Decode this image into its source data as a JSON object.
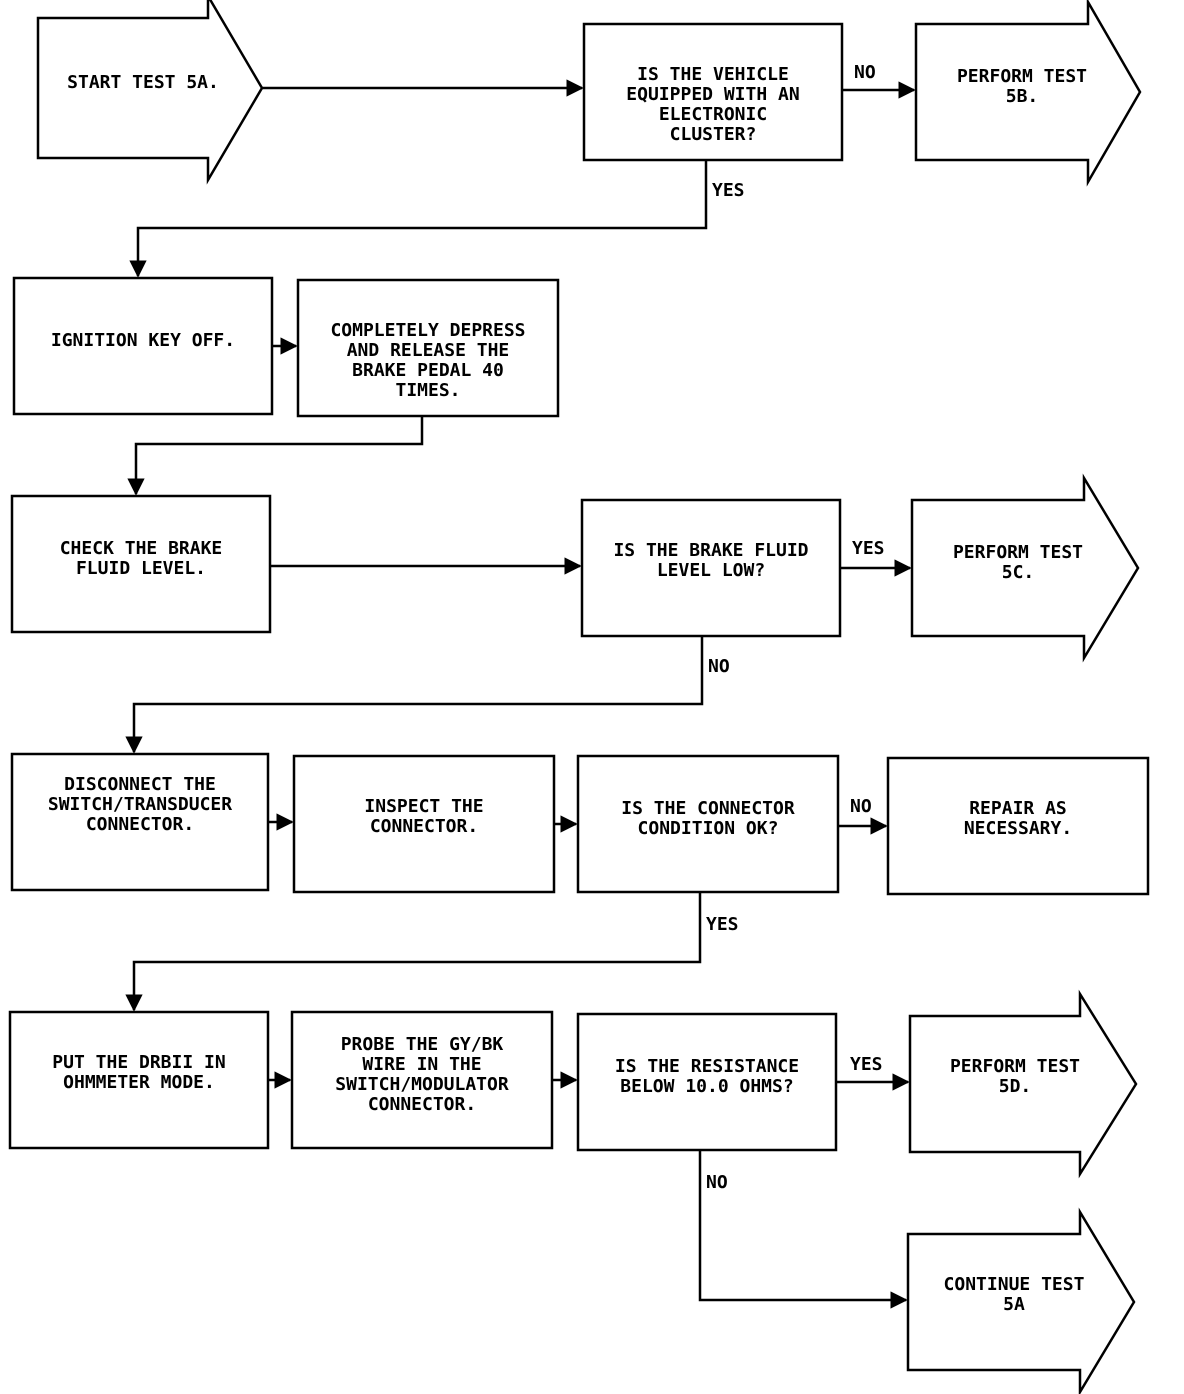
{
  "nodes": {
    "start_5a": {
      "kind": "arrow",
      "lines": [
        "START TEST 5A."
      ]
    },
    "q_electronic_cluster": {
      "kind": "box",
      "lines": [
        "IS THE VEHICLE",
        "EQUIPPED WITH AN",
        "ELECTRONIC",
        "CLUSTER?"
      ]
    },
    "perform_5b": {
      "kind": "arrow",
      "lines": [
        "PERFORM TEST",
        "5B."
      ]
    },
    "ignition_off": {
      "kind": "box",
      "lines": [
        "IGNITION KEY OFF."
      ]
    },
    "depress_pedal": {
      "kind": "box",
      "lines": [
        "COMPLETELY DEPRESS",
        "AND RELEASE THE",
        "BRAKE PEDAL 40",
        "TIMES."
      ]
    },
    "check_fluid": {
      "kind": "box",
      "lines": [
        "CHECK THE BRAKE",
        "FLUID LEVEL."
      ]
    },
    "q_fluid_low": {
      "kind": "box",
      "lines": [
        "IS THE BRAKE FLUID",
        "LEVEL LOW?"
      ]
    },
    "perform_5c": {
      "kind": "arrow",
      "lines": [
        "PERFORM TEST",
        "5C."
      ]
    },
    "disconnect": {
      "kind": "box",
      "lines": [
        "DISCONNECT THE",
        "SWITCH/TRANSDUCER",
        "CONNECTOR."
      ]
    },
    "inspect": {
      "kind": "box",
      "lines": [
        "INSPECT THE",
        "CONNECTOR."
      ]
    },
    "q_connector_ok": {
      "kind": "box",
      "lines": [
        "IS THE CONNECTOR",
        "CONDITION OK?"
      ]
    },
    "repair": {
      "kind": "box",
      "lines": [
        "REPAIR AS",
        "NECESSARY."
      ]
    },
    "drbii_ohm": {
      "kind": "box",
      "lines": [
        "PUT THE DRBII IN",
        "OHMMETER MODE."
      ]
    },
    "probe_wire": {
      "kind": "box",
      "lines": [
        "PROBE THE GY/BK",
        "WIRE IN THE",
        "SWITCH/MODULATOR",
        "CONNECTOR."
      ]
    },
    "q_resistance": {
      "kind": "box",
      "lines": [
        "IS THE RESISTANCE",
        "BELOW 10.0 OHMS?"
      ]
    },
    "perform_5d": {
      "kind": "arrow",
      "lines": [
        "PERFORM TEST",
        "5D."
      ]
    },
    "continue_5a": {
      "kind": "arrow",
      "lines": [
        "CONTINUE TEST",
        "5A"
      ]
    }
  },
  "edge_labels": {
    "cluster_no": "NO",
    "cluster_yes": "YES",
    "fluid_yes": "YES",
    "fluid_no": "NO",
    "connector_no": "NO",
    "connector_yes": "YES",
    "resistance_yes": "YES",
    "resistance_no": "NO"
  }
}
